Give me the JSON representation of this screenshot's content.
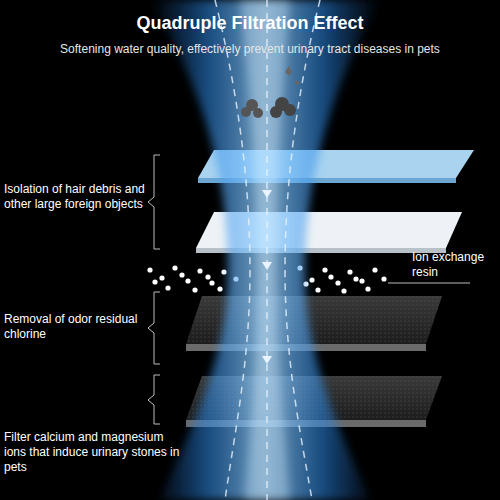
{
  "diagram": {
    "title": "Quadruple Filtration Effect",
    "labels": [
      "Softening water quality, effectively prevent urinary tract diseases in pets",
      "Isolation of hair debris and other large foreign objects",
      "Ion exchange resin",
      "Removal of odor residual chlorine",
      "Filter calcium and magnesium ions that induce urinary stones in pets"
    ]
  }
}
